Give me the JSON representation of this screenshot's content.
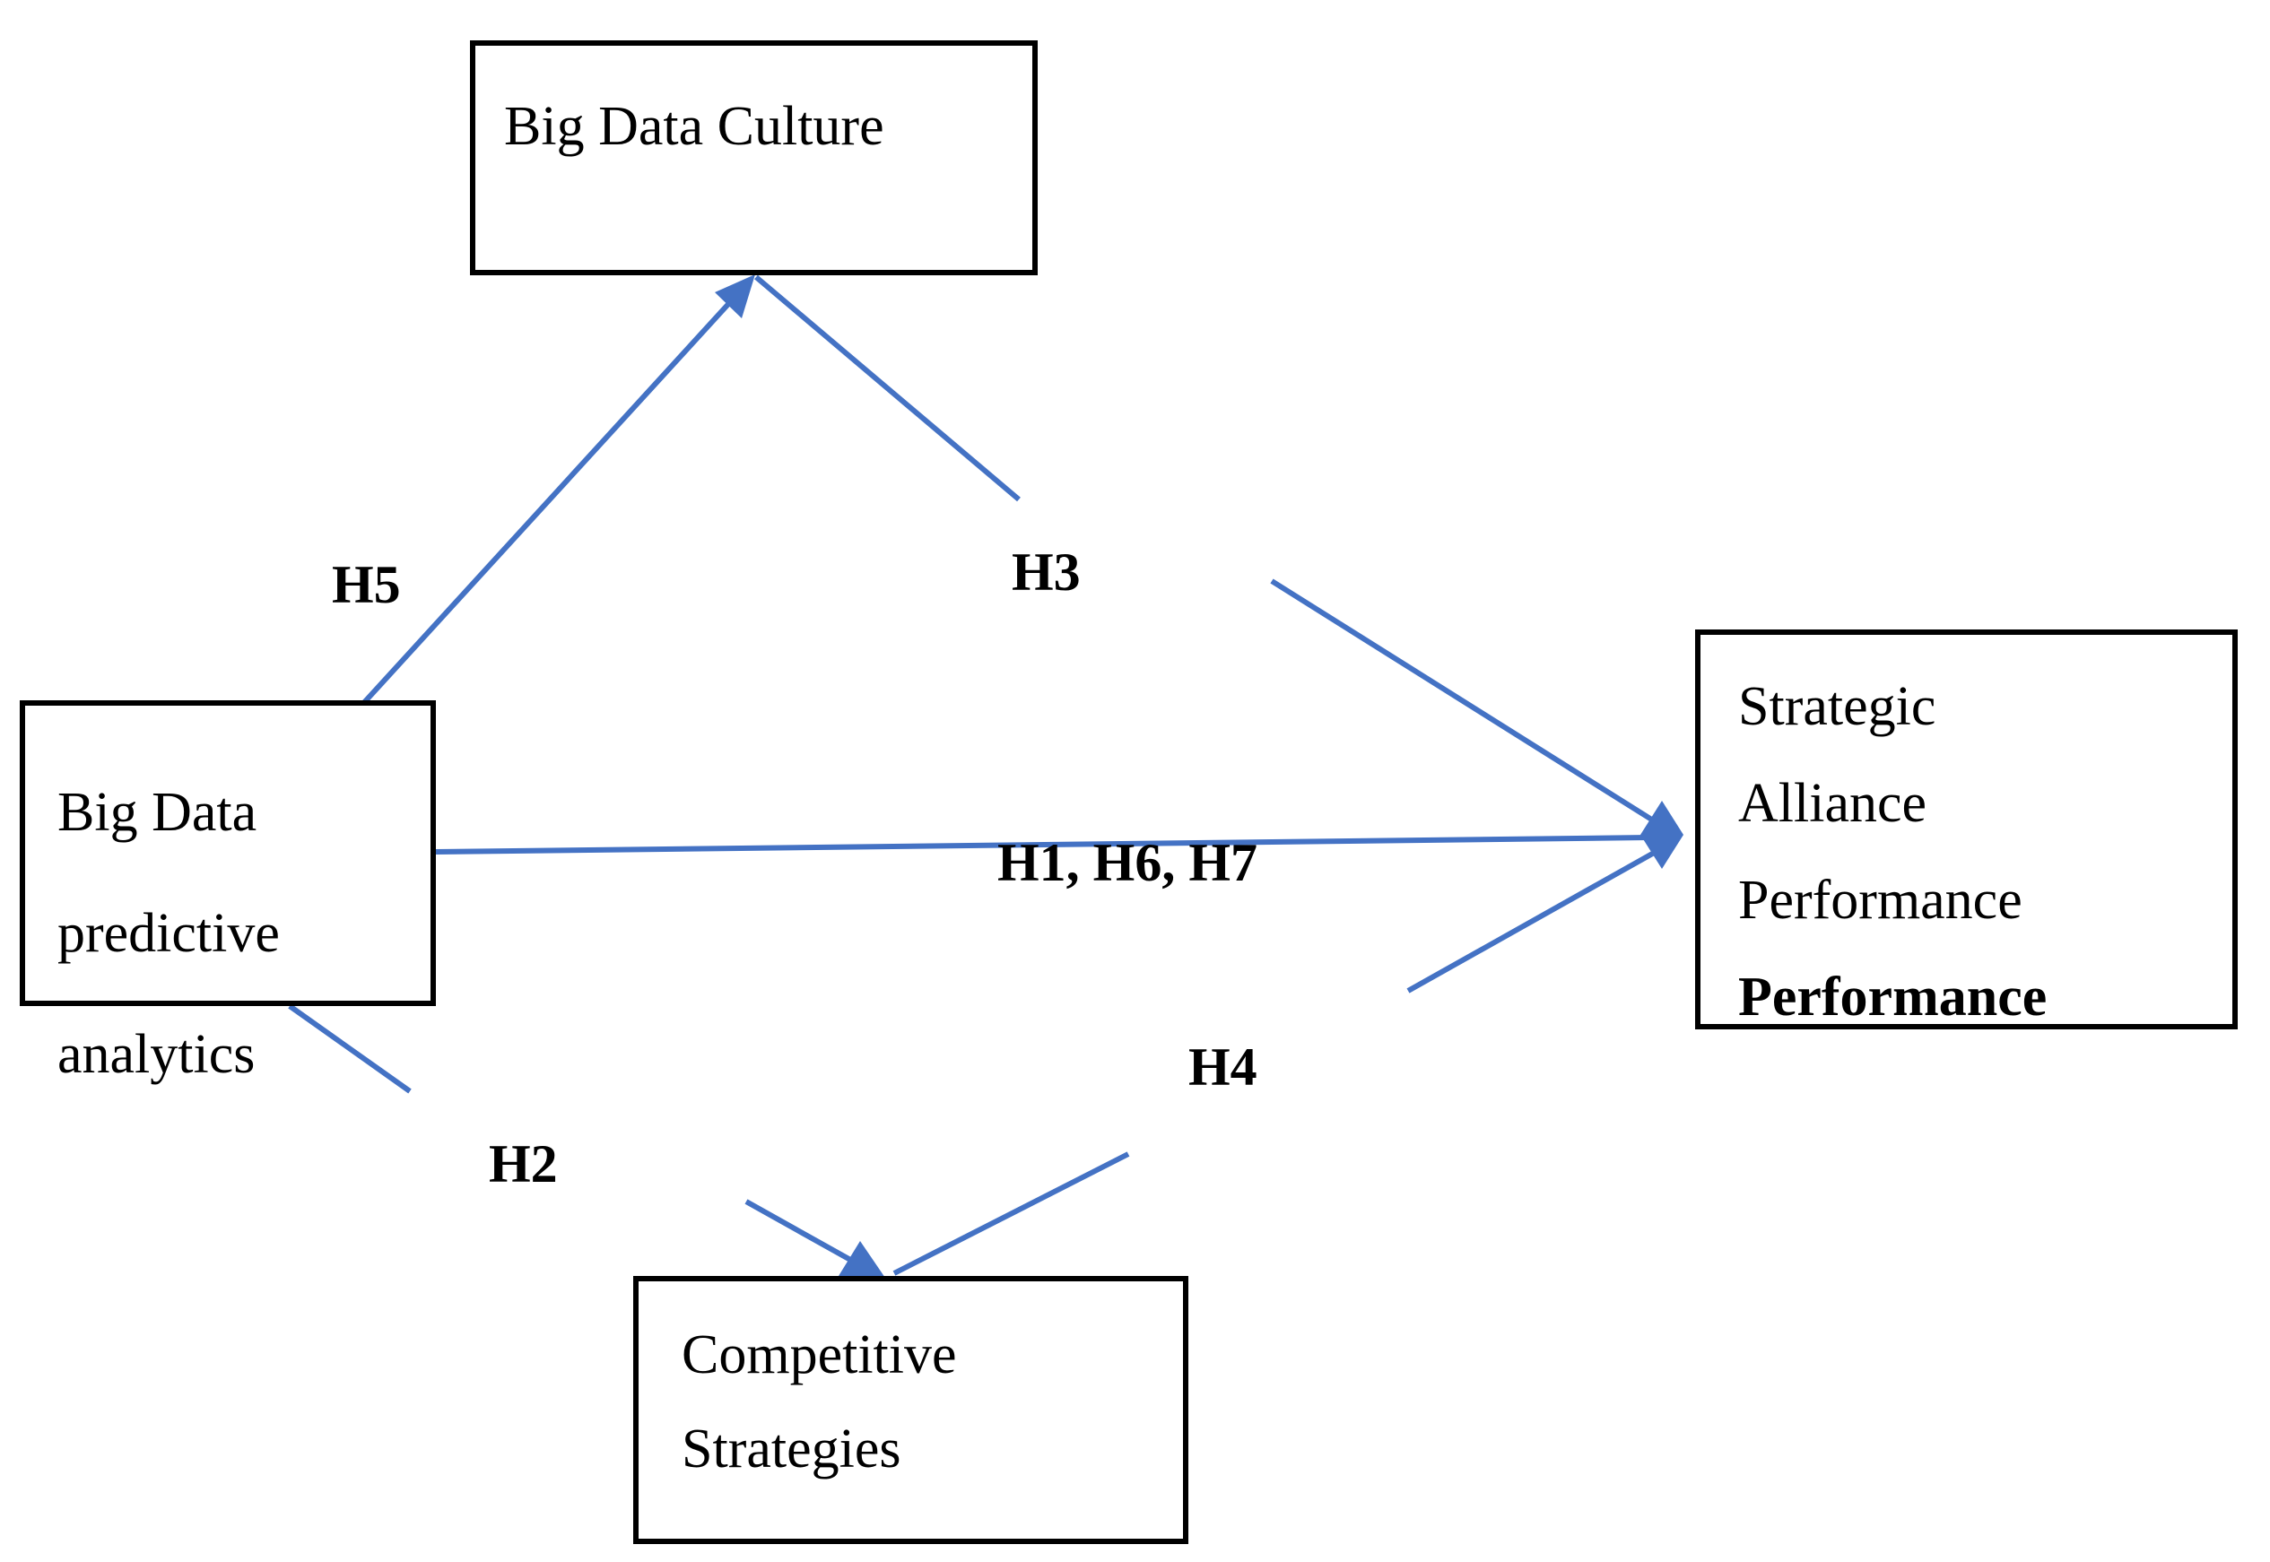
{
  "diagram": {
    "nodes": {
      "big_data_culture": {
        "label": "Big Data Culture"
      },
      "big_data_predictive_analytics": {
        "line1": "Big Data predictive",
        "line2": "analytics"
      },
      "strategic_alliance_performance": {
        "line1": "Strategic",
        "line2": "Alliance",
        "line3": "Performance",
        "line4": "Performance"
      },
      "competitive_strategies": {
        "line1": "Competitive",
        "line2": "Strategies"
      }
    },
    "hypothesis_labels": {
      "h5": "H5",
      "h3": "H3",
      "h1_h6_h7": "H1, H6, H7",
      "h2": "H2",
      "h4": "H4"
    },
    "colors": {
      "arrow_blue": "#4472C4",
      "box_border": "#000000",
      "background": "#FFFFFF"
    }
  }
}
